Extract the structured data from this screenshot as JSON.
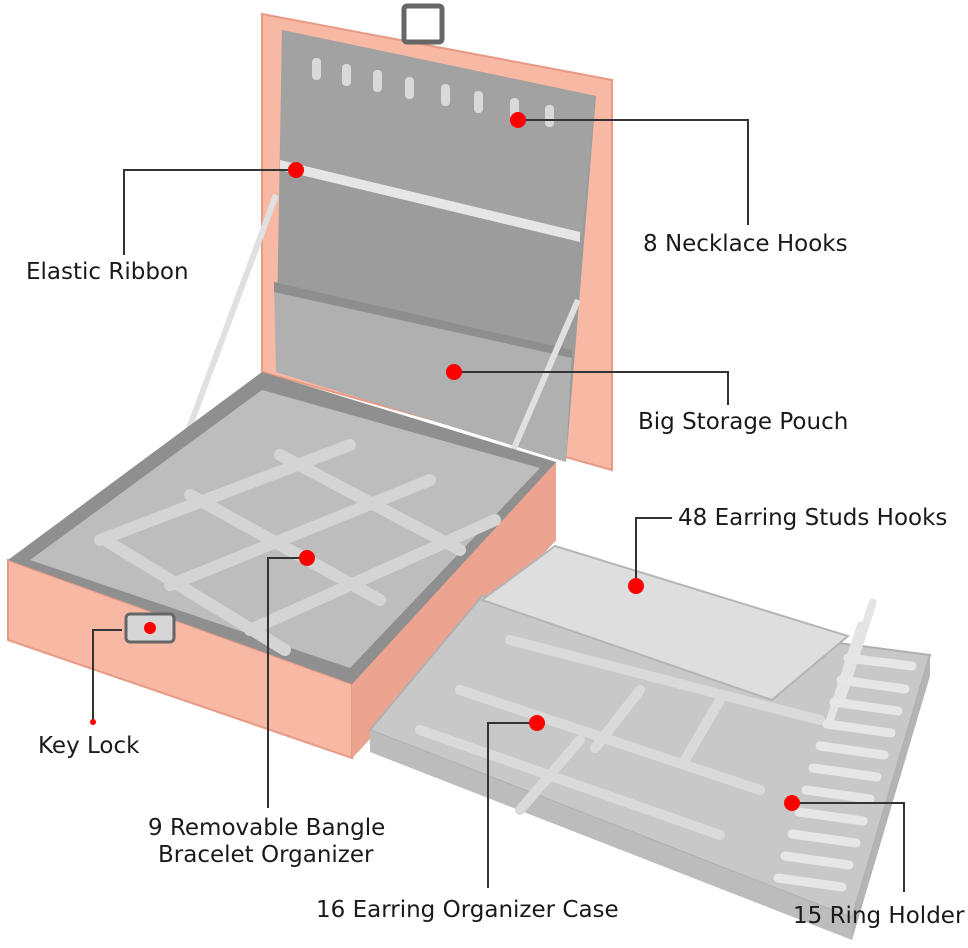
{
  "colors": {
    "case_pink": "#f7b8a4",
    "case_pink_dark": "#e89a85",
    "velvet_gray": "#9c9c9c",
    "velvet_light": "#c9c9c9",
    "tray_gray": "#d6d6d6",
    "marker_red": "#ff0000",
    "leader_line": "#333333"
  },
  "callouts": {
    "necklace_hooks": "8 Necklace Hooks",
    "elastic_ribbon": "Elastic Ribbon",
    "storage_pouch": "Big Storage Pouch",
    "earring_studs": "48 Earring Studs Hooks",
    "key_lock": "Key Lock",
    "bangle_organizer_line1": "9 Removable Bangle",
    "bangle_organizer_line2": "Bracelet Organizer",
    "earring_case": "16 Earring Organizer Case",
    "ring_holder": "15 Ring Holder"
  }
}
